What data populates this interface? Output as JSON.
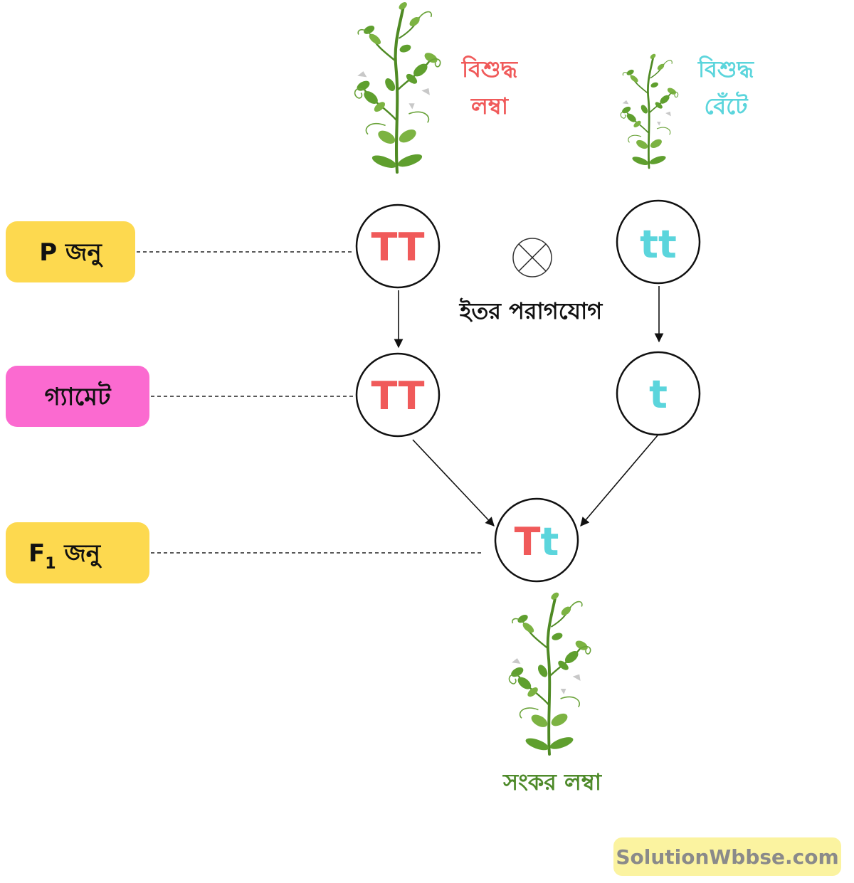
{
  "parents": {
    "tall": {
      "label_line1": "বিশুদ্ধ",
      "label_line2": "লম্বা",
      "genotype": "TT"
    },
    "dwarf": {
      "label_line1": "বিশুদ্ধ",
      "label_line2": "বেঁটে",
      "genotype": "tt"
    }
  },
  "generations": {
    "p": {
      "label": "P জনু"
    },
    "gamete": {
      "label": "গ্যামেট"
    },
    "f1": {
      "label_base": "F",
      "label_sub": "1",
      "label_rest": " জনু"
    }
  },
  "cross": {
    "label": "ইতর পরাগযোগ",
    "symbol": "⊗"
  },
  "gametes": {
    "tall": "TT",
    "dwarf": "t"
  },
  "offspring": {
    "genotype_dominant": "T",
    "genotype_recessive": "t",
    "label": "সংকর লম্বা"
  },
  "watermark": "SolutionWbbse.com",
  "colors": {
    "tall": "#f05a5a",
    "dwarf": "#5bd5dc",
    "hybrid": "#4e8a2a",
    "p_badge": "#fdd94f",
    "gamete_badge": "#fb6ad0",
    "f1_badge": "#fdd94f",
    "watermark_badge": "#fbf3a0"
  }
}
